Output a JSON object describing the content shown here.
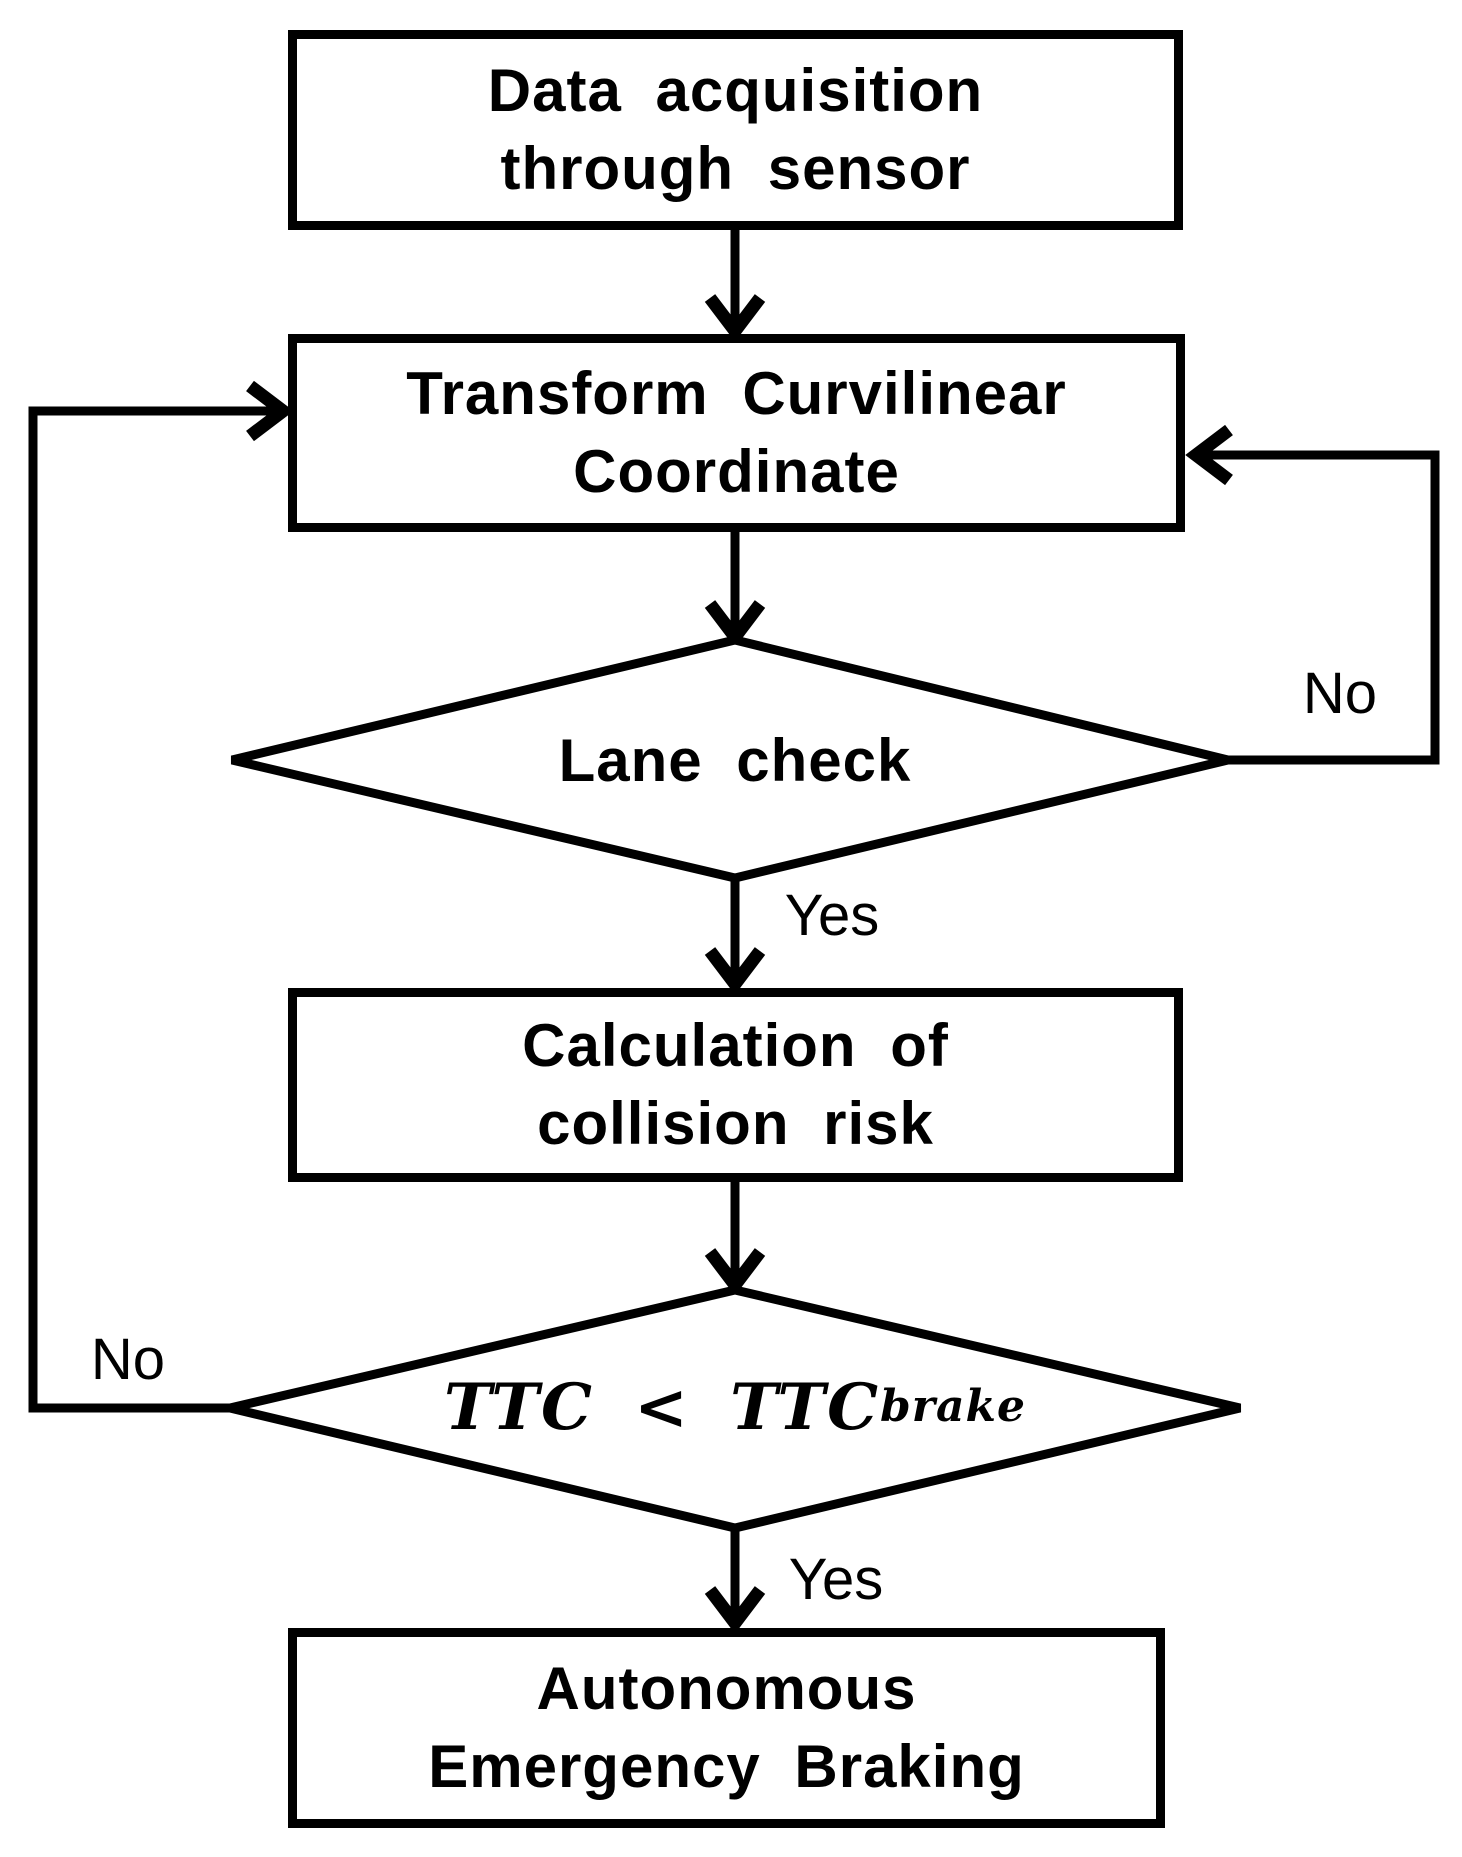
{
  "figure": {
    "type": "flowchart",
    "background_color": "#ffffff",
    "stroke_color": "#000000"
  },
  "nodes": {
    "data_acquisition": {
      "shape": "rect",
      "label": "Data acquisition\nthrough sensor"
    },
    "transform": {
      "shape": "rect",
      "label": "Transform Curvilinear\nCoordinate"
    },
    "lane_check": {
      "shape": "diamond",
      "label": "Lane check"
    },
    "calc_risk": {
      "shape": "rect",
      "label": "Calculation of\ncollision risk"
    },
    "ttc": {
      "shape": "diamond",
      "label_main": "TTC < TTC",
      "label_sub": "brake"
    },
    "aeb": {
      "shape": "rect",
      "label": "Autonomous\nEmergency Braking"
    }
  },
  "edge_labels": {
    "lane_check_no": "No",
    "lane_check_yes": "Yes",
    "ttc_no": "No",
    "ttc_yes": "Yes"
  },
  "edges": [
    {
      "from": "data_acquisition",
      "to": "transform",
      "label": ""
    },
    {
      "from": "transform",
      "to": "lane_check",
      "label": ""
    },
    {
      "from": "lane_check",
      "to": "transform",
      "label": "No",
      "route": "right-loop"
    },
    {
      "from": "lane_check",
      "to": "calc_risk",
      "label": "Yes"
    },
    {
      "from": "calc_risk",
      "to": "ttc",
      "label": ""
    },
    {
      "from": "ttc",
      "to": "transform",
      "label": "No",
      "route": "left-loop"
    },
    {
      "from": "ttc",
      "to": "aeb",
      "label": "Yes"
    }
  ]
}
